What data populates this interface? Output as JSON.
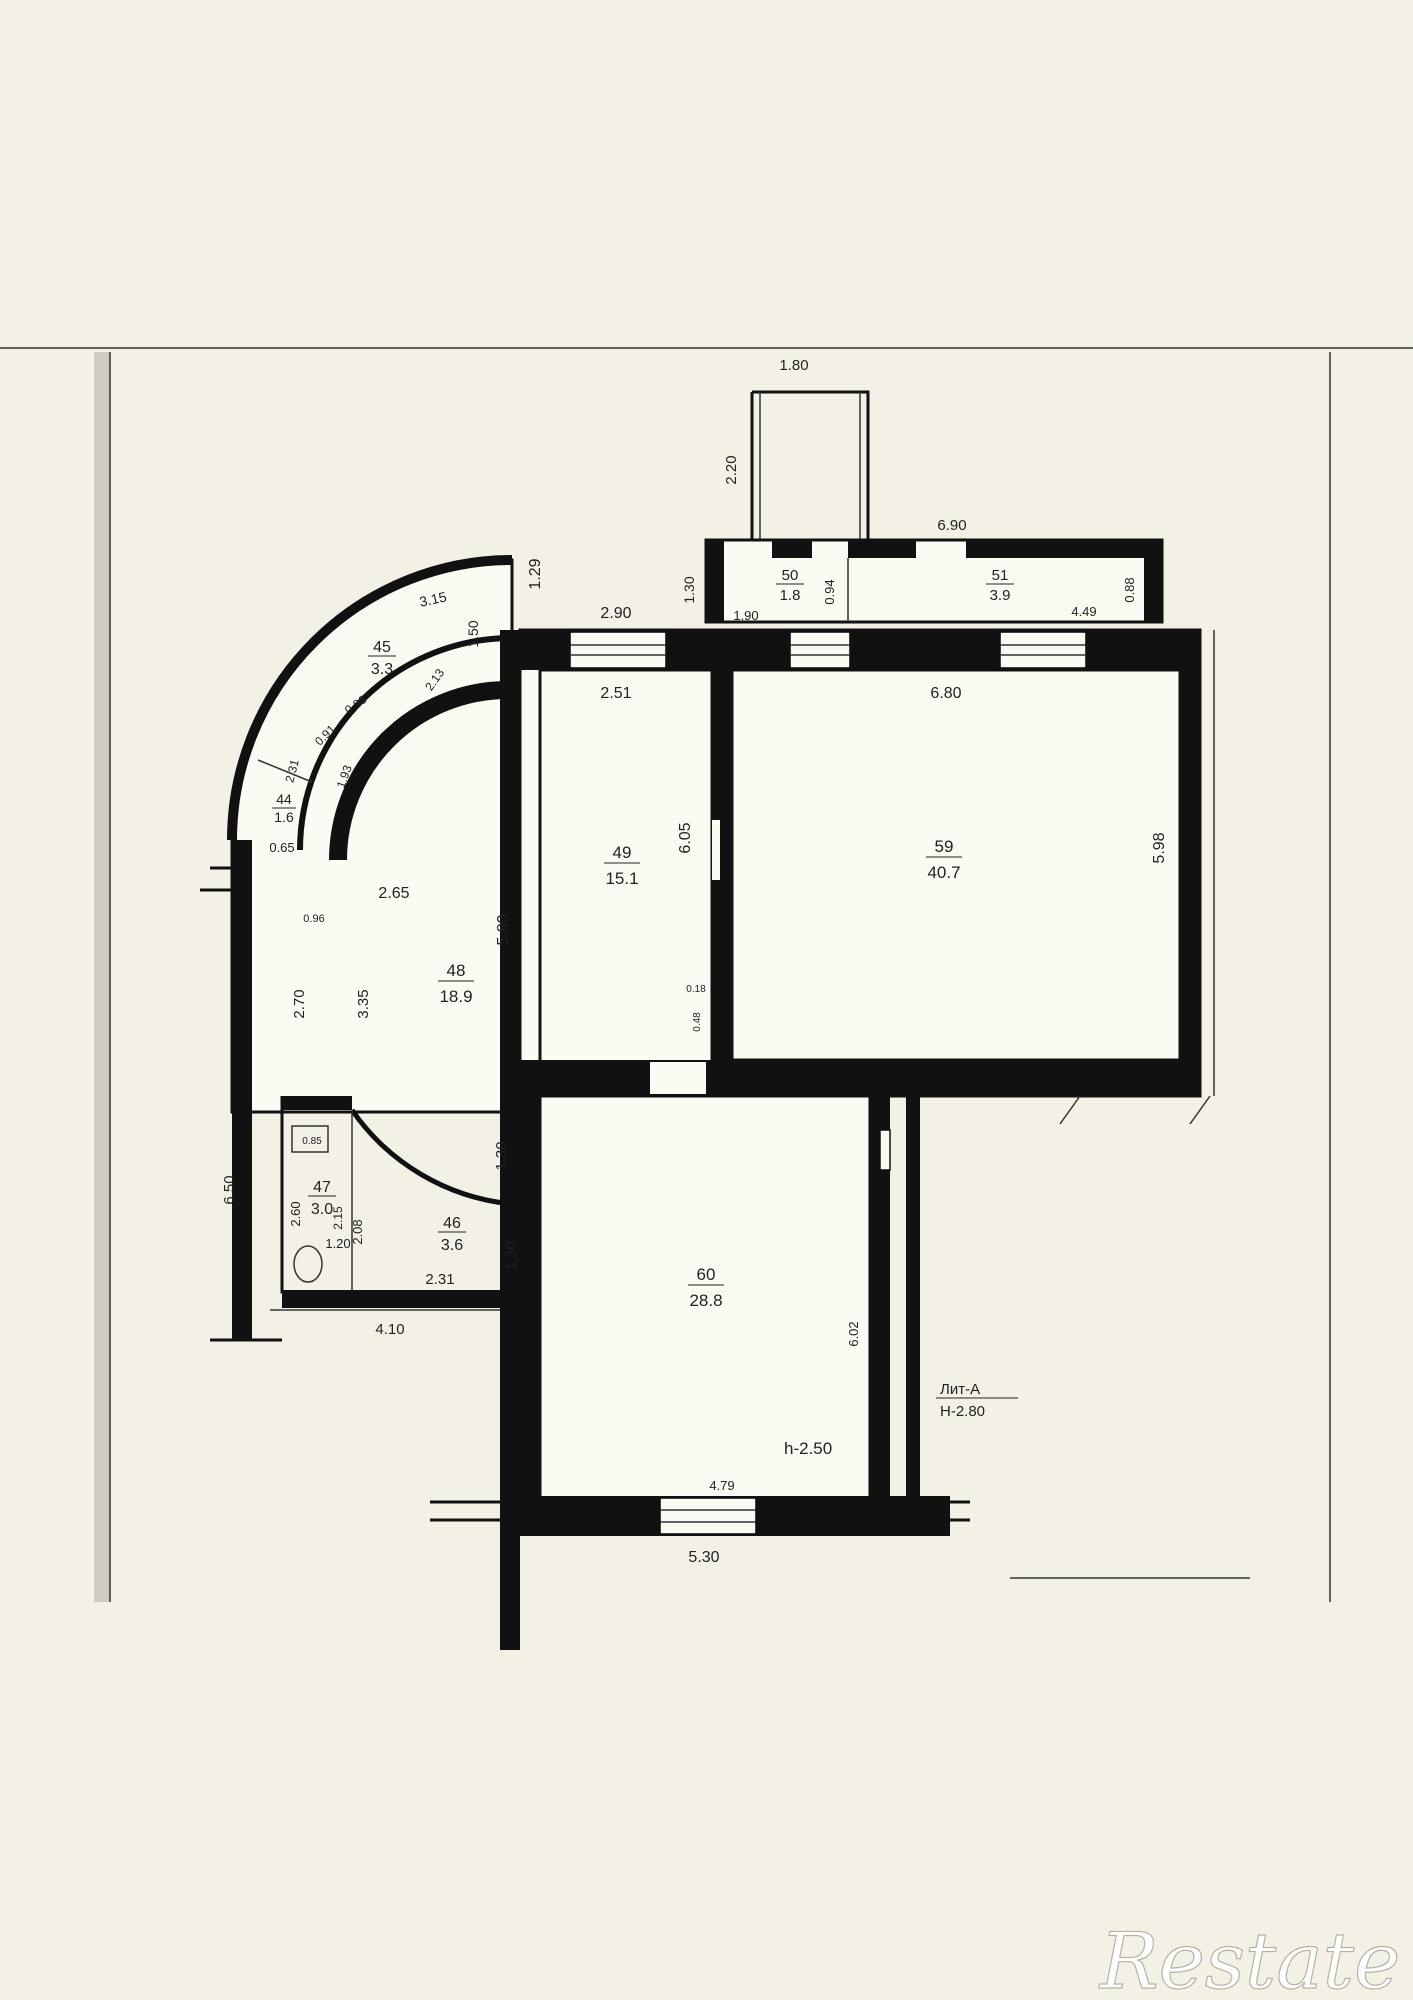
{
  "watermark": "Restate",
  "plan_label": {
    "lit": "Лит-А",
    "height": "Н-2.80"
  },
  "room_height": "h-2.50",
  "rooms": [
    {
      "id": "44",
      "area": "1.6"
    },
    {
      "id": "45",
      "area": "3.3"
    },
    {
      "id": "46",
      "area": "3.6"
    },
    {
      "id": "47",
      "area": "3.0"
    },
    {
      "id": "48",
      "area": "18.9"
    },
    {
      "id": "49",
      "area": "15.1"
    },
    {
      "id": "50",
      "area": "1.8"
    },
    {
      "id": "51",
      "area": "3.9"
    },
    {
      "id": "59",
      "area": "40.7"
    },
    {
      "id": "60",
      "area": "28.8"
    }
  ],
  "dims": {
    "d180": "1.80",
    "d220": "2.20",
    "d690": "6.90",
    "d129": "1.29",
    "d130": "1.30",
    "d190": "1.90",
    "d094": "0.94",
    "d449": "4.49",
    "d088": "0.88",
    "d290": "2.90",
    "d251": "2.51",
    "d680": "6.80",
    "d315": "3.15",
    "d150": "1.50",
    "d213": "2.13",
    "d098": "0.98",
    "d091": "0.91",
    "d231a": "2.31",
    "d193": "1.93",
    "d065": "0.65",
    "d605": "6.05",
    "d598": "5.98",
    "d265": "2.65",
    "d580": "5.80",
    "d096": "0.96",
    "d270": "2.70",
    "d335": "3.35",
    "d018": "0.18",
    "d048": "0.48",
    "d650": "6.50",
    "d085": "0.85",
    "d130b": "1.30",
    "d260": "2.60",
    "d215": "2.15",
    "d208": "2.08",
    "d120": "1.20",
    "d130c": "1.30",
    "d231b": "2.31",
    "d410": "4.10",
    "d602": "6.02",
    "d479": "4.79",
    "d530": "5.30"
  }
}
